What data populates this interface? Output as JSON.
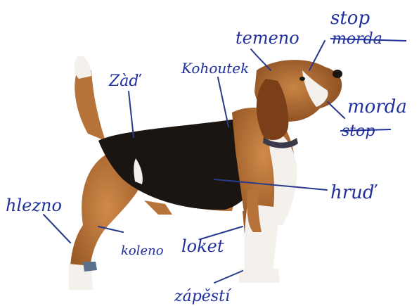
{
  "diagram": {
    "labels": [
      {
        "key": "stop",
        "text": "stop"
      },
      {
        "key": "morda_struck",
        "text": "morda",
        "struck": true
      },
      {
        "key": "temeno",
        "text": "temeno"
      },
      {
        "key": "zad",
        "text": "Zàď"
      },
      {
        "key": "kohoutek",
        "text": "Kohoutek"
      },
      {
        "key": "morda",
        "text": "morda"
      },
      {
        "key": "stop_struck",
        "text": "stop",
        "struck": true
      },
      {
        "key": "hrud",
        "text": "hruď"
      },
      {
        "key": "hlezno",
        "text": "hlezno"
      },
      {
        "key": "koleno",
        "text": "koleno"
      },
      {
        "key": "loket",
        "text": "loket"
      },
      {
        "key": "zapesti",
        "text": "zápěstí"
      }
    ],
    "colors": {
      "ink": "#1f2f9c",
      "coat_tan": "#b8733a",
      "coat_black": "#1b1512",
      "coat_white": "#f4f1ec"
    },
    "illustration": "beagle-dog"
  }
}
